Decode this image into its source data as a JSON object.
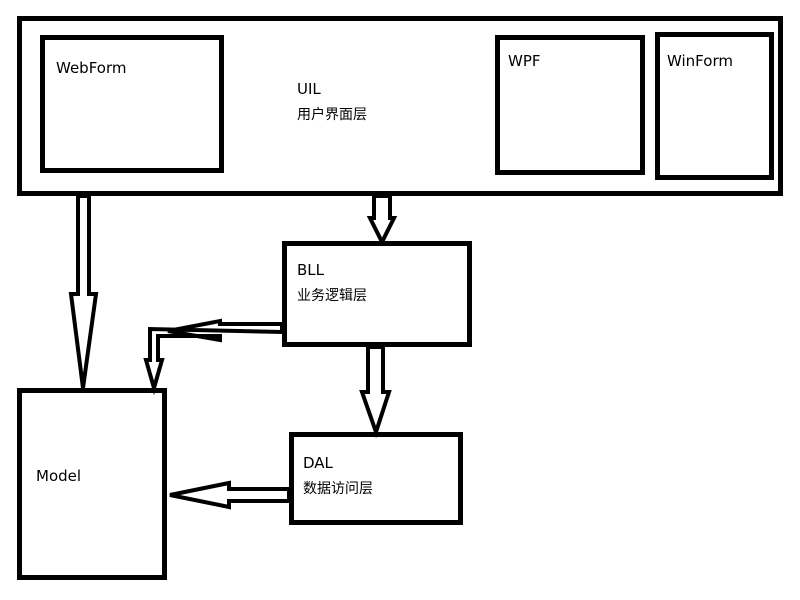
{
  "uil": {
    "title": "UIL",
    "subtitle": "用户界面层",
    "webform": "WebForm",
    "wpf": "WPF",
    "winform": "WinForm"
  },
  "bll": {
    "title": "BLL",
    "subtitle": "业务逻辑层"
  },
  "dal": {
    "title": "DAL",
    "subtitle": "数据访问层"
  },
  "model": {
    "title": "Model"
  },
  "colors": {
    "stroke": "#000000",
    "background": "#ffffff"
  }
}
